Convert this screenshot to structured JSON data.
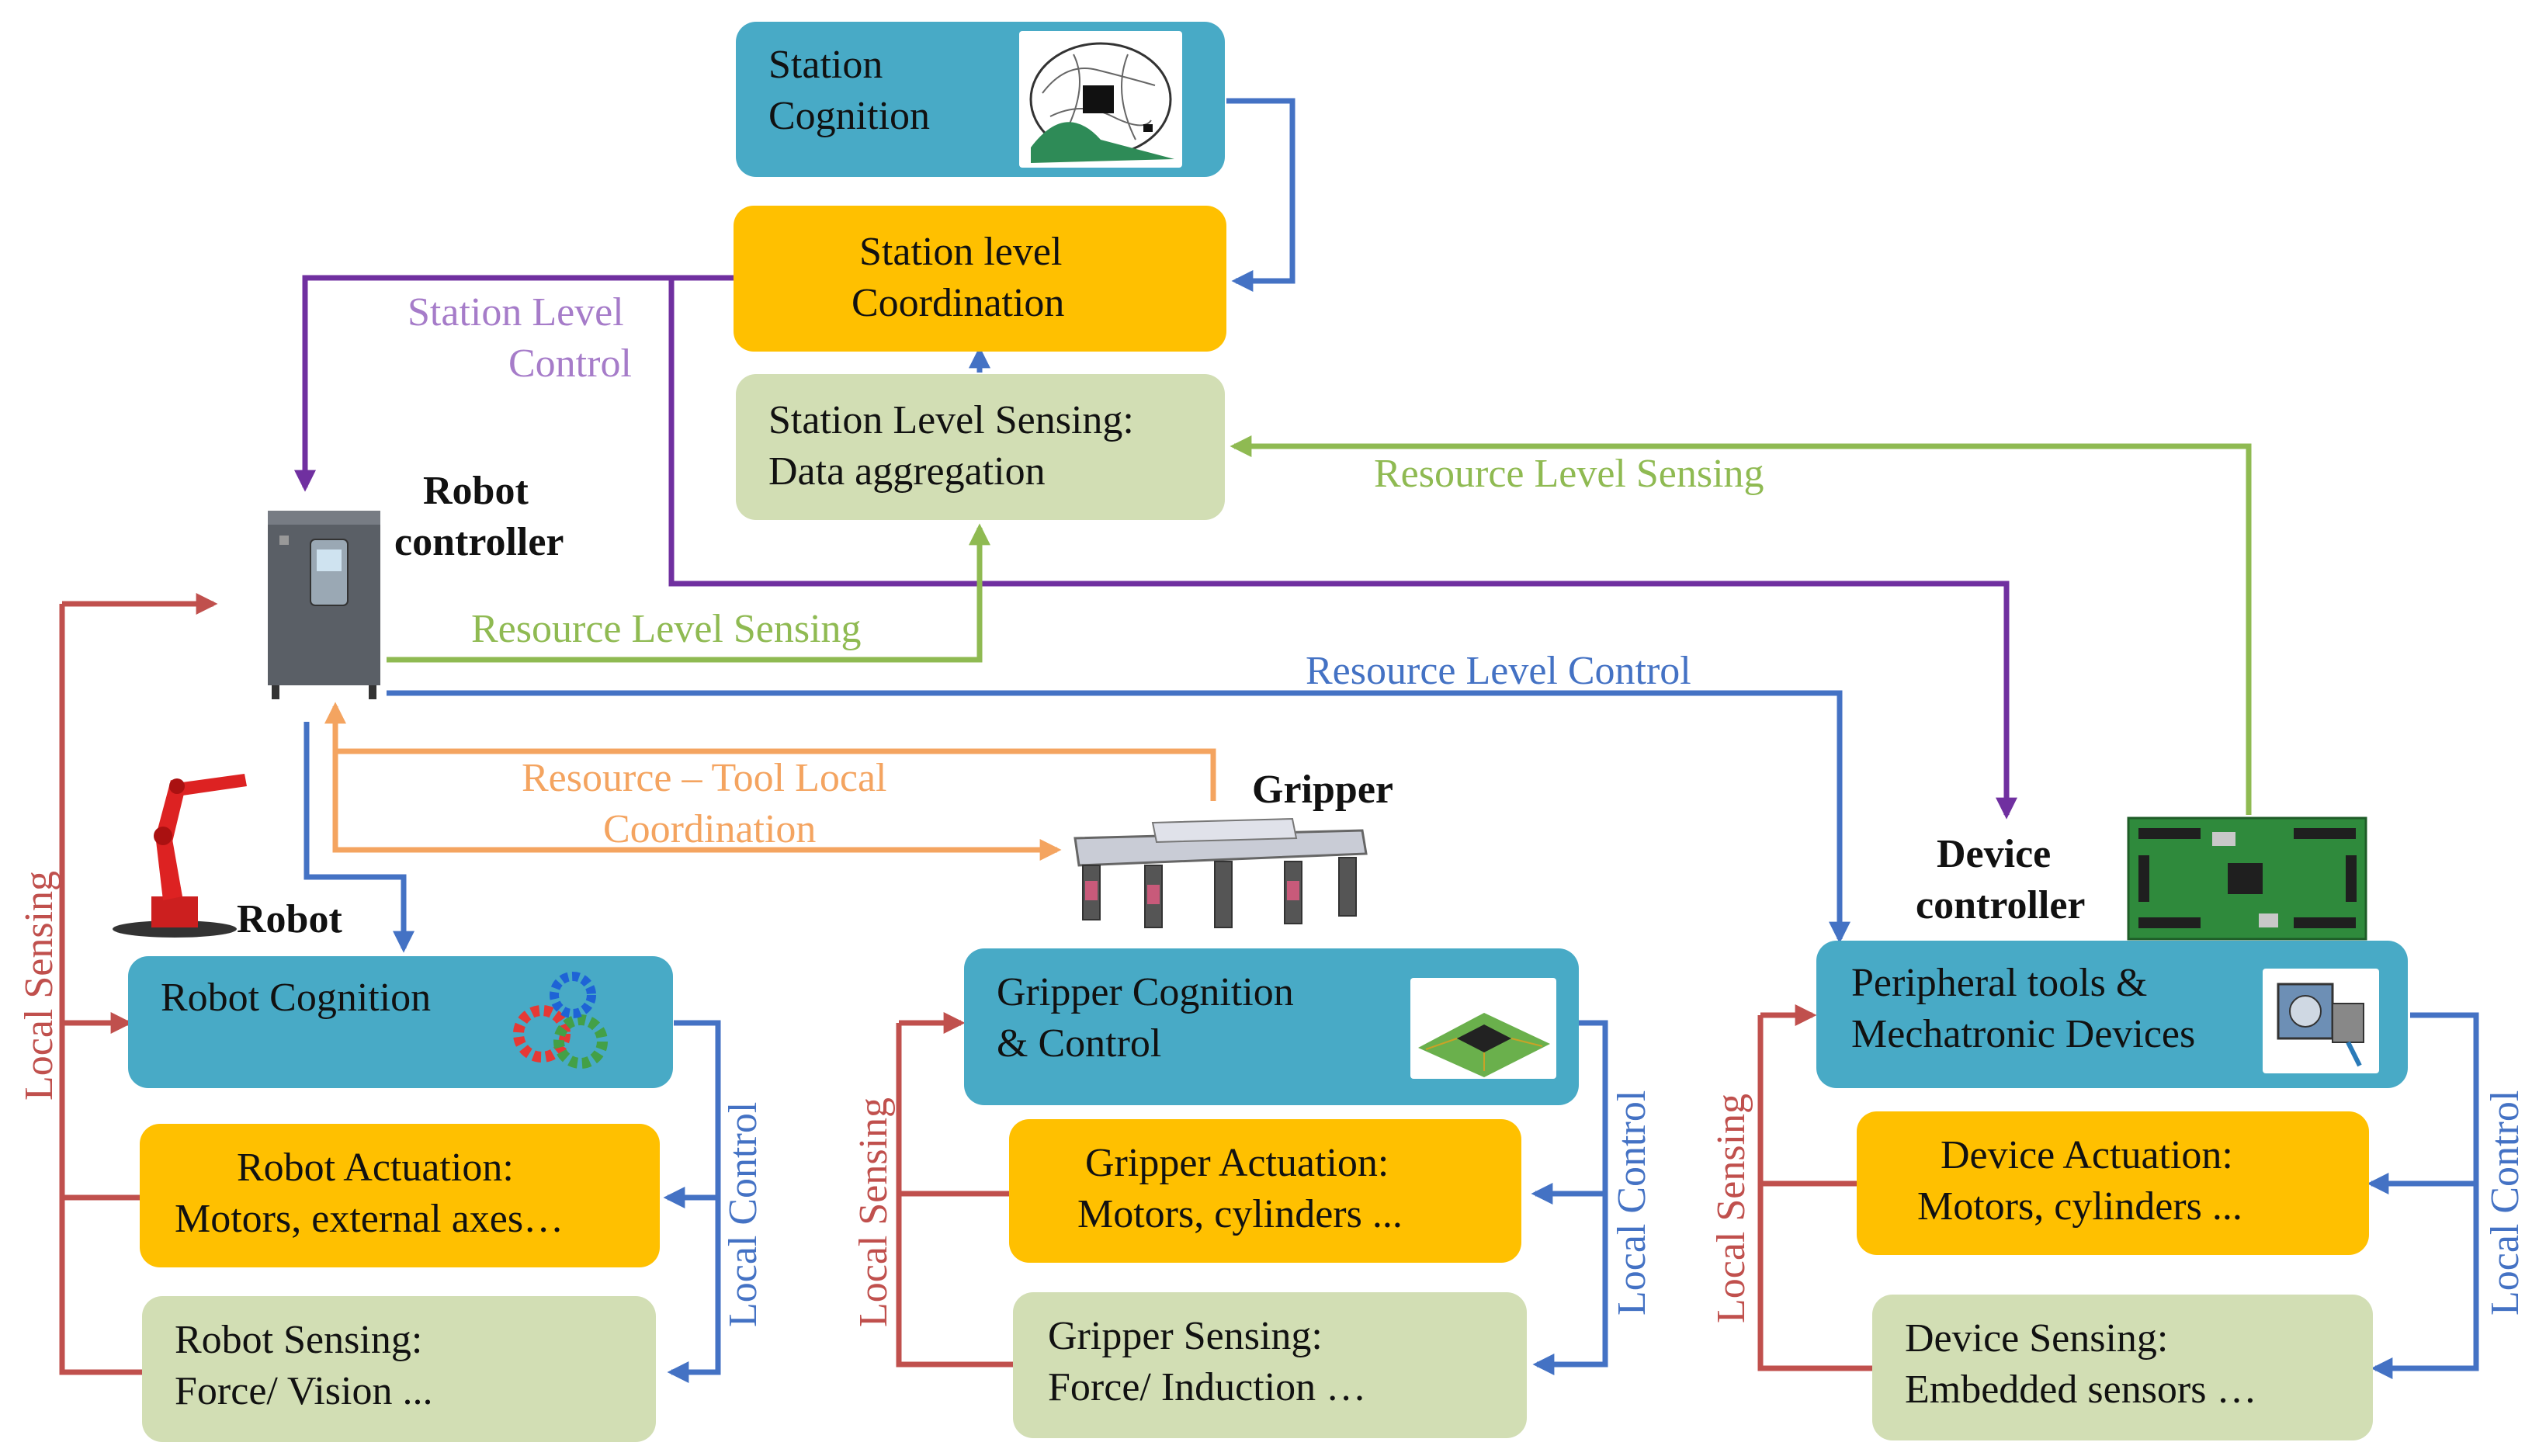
{
  "boxes": {
    "station_cognition": [
      "Station",
      "Cognition"
    ],
    "station_coordination": [
      "Station level",
      "Coordination"
    ],
    "station_sensing": [
      "Station Level Sensing:",
      "Data aggregation"
    ],
    "robot_cognition": "Robot Cognition",
    "robot_actuation": [
      "Robot Actuation:",
      "Motors, external axes…"
    ],
    "robot_sensing": [
      "Robot Sensing:",
      "Force/ Vision ..."
    ],
    "gripper_cognition": [
      "Gripper Cognition",
      "& Control"
    ],
    "gripper_actuation": [
      "Gripper Actuation:",
      "Motors, cylinders ..."
    ],
    "gripper_sensing": [
      "Gripper Sensing:",
      "Force/ Induction  …"
    ],
    "peripheral": [
      "Peripheral tools &",
      "Mechatronic Devices"
    ],
    "device_actuation": [
      "Device Actuation:",
      "Motors, cylinders ..."
    ],
    "device_sensing": [
      "Device Sensing:",
      "Embedded  sensors …"
    ]
  },
  "titles": {
    "robot_controller": [
      "Robot",
      "controller"
    ],
    "robot": "Robot",
    "gripper": "Gripper",
    "device_controller": [
      "Device",
      "controller"
    ]
  },
  "flow_labels": {
    "station_level_control": [
      "Station Level",
      "Control"
    ],
    "resource_sensing_right": "Resource Level Sensing",
    "resource_sensing_left": "Resource Level Sensing",
    "resource_control": "Resource Level Control",
    "tool_coordination": [
      "Resource – Tool Local",
      "Coordination"
    ],
    "local_sensing": "Local Sensing",
    "local_control": "Local Control"
  },
  "icons": {
    "station_cognition": "brain-chip-icon",
    "robot_controller": "controller-cabinet-icon",
    "robot": "robot-arm-icon",
    "gripper": "gripper-icon",
    "device_controller": "circuit-board-icon",
    "robot_cognition": "gears-icon",
    "gripper_cognition": "chip-icon",
    "peripheral": "motor-device-icon"
  },
  "colors": {
    "teal": "#48aac6",
    "gold": "#ffc000",
    "sage": "#d2deb4",
    "blue": "#4472c4",
    "purple": "#7030a0",
    "green": "#8fba52",
    "orange": "#f4a460",
    "red": "#c0504d",
    "lavender": "#a67cc9"
  }
}
